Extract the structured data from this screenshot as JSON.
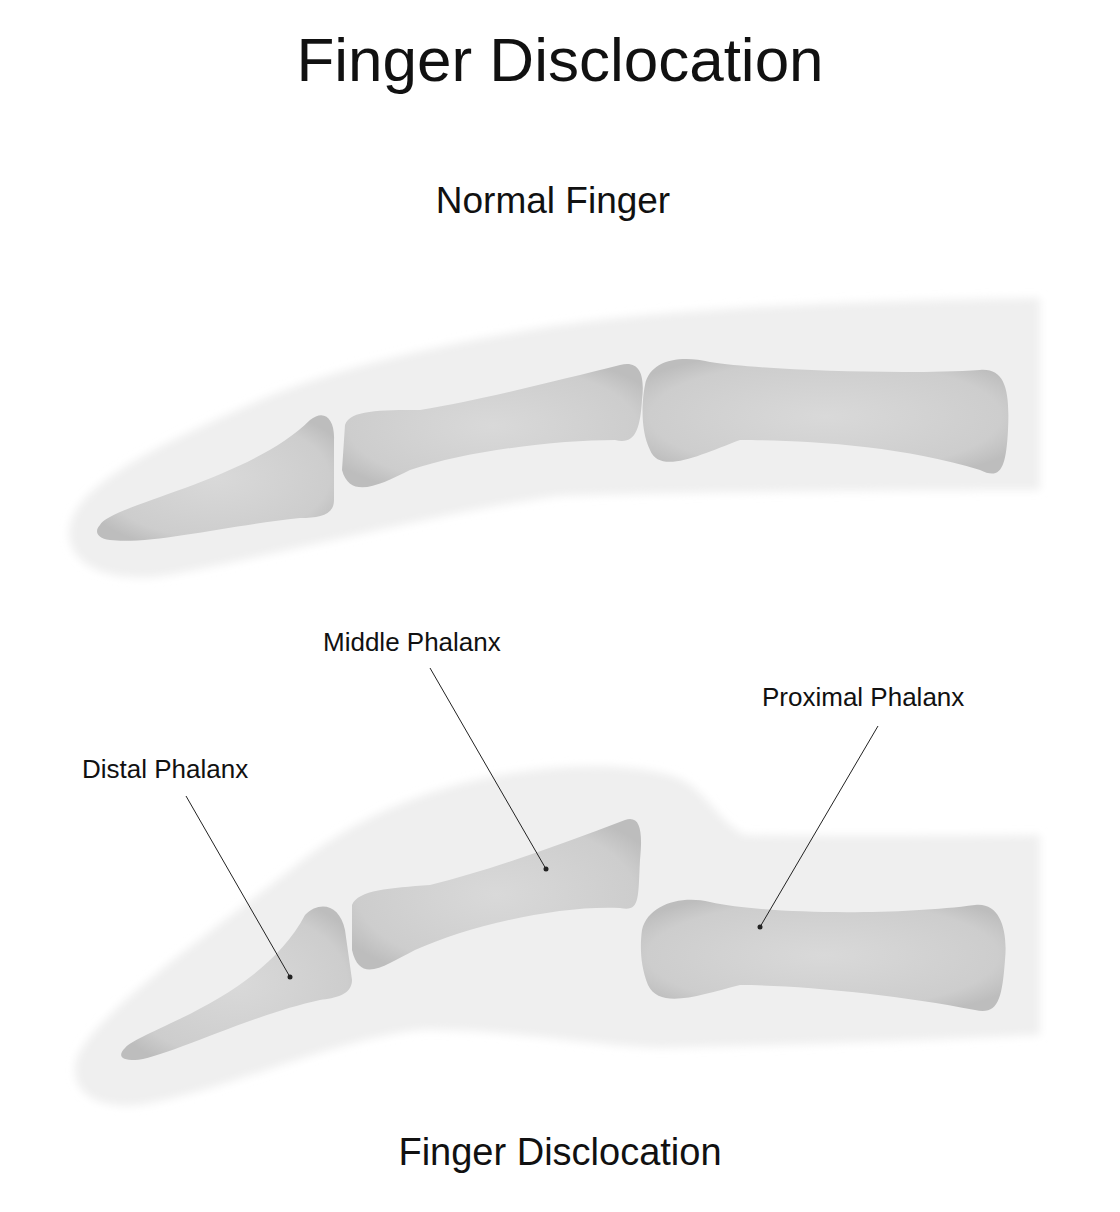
{
  "diagram": {
    "title": "Finger Disclocation",
    "caption": "Finger Disclocation",
    "labels": [
      "Normal Finger",
      "Middle Phalanx",
      "Proximal Phalanx",
      "Distal Phalanx"
    ]
  }
}
